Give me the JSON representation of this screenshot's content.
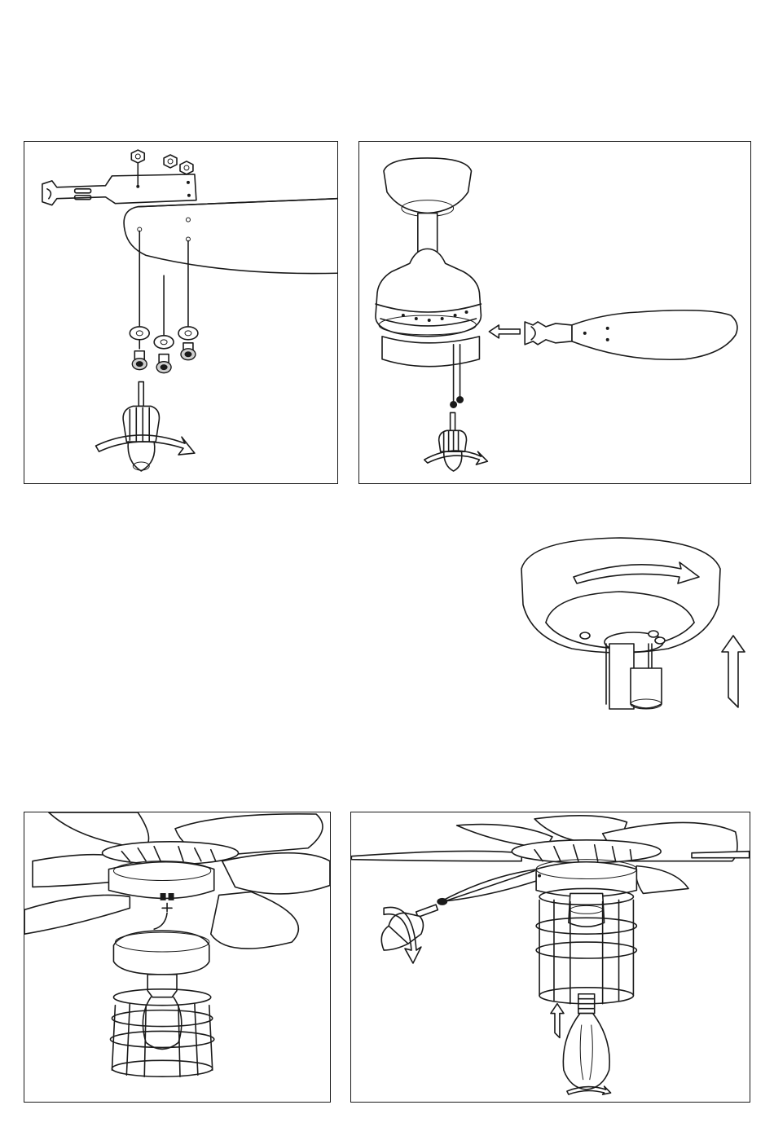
{
  "figures": [
    {
      "id": "blade-to-bracket",
      "icon": "blade-bracket-assembly-illustration"
    },
    {
      "id": "blade-to-motor",
      "icon": "blade-motor-assembly-illustration"
    },
    {
      "id": "canopy-rotate",
      "icon": "canopy-rotate-illustration"
    },
    {
      "id": "light-kit-wiring",
      "icon": "light-kit-wiring-illustration"
    },
    {
      "id": "light-kit-bulb",
      "icon": "light-kit-bulb-illustration"
    }
  ],
  "colors": {
    "line": "#1a1a1a",
    "background": "#ffffff"
  }
}
